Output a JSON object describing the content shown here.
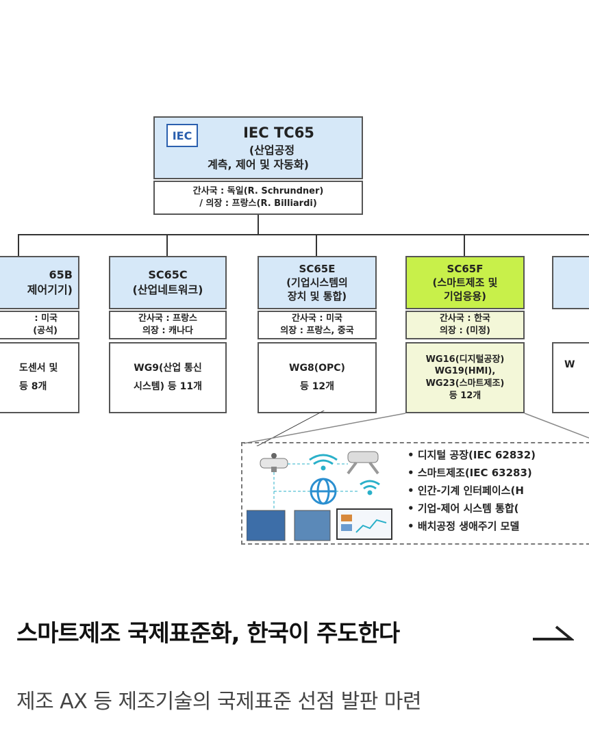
{
  "top": {
    "logo": "IEC",
    "title": "IEC TC65",
    "subtitle1": "(산업공정",
    "subtitle2": "계측, 제어 및 자동화)",
    "info1": "간사국 : 독일(R. Schrundner)",
    "info2": "/ 의장 : 프랑스(R. Billiardi)"
  },
  "columns": [
    {
      "code": "65B",
      "name": "제어기기)",
      "info1": ": 미국",
      "info2": "(공석)",
      "wg1": "도센서 및",
      "wg2": "등 8개",
      "wg3": "",
      "wg4": ""
    },
    {
      "code": "SC65C",
      "name": "(산업네트워크)",
      "info1": "간사국 : 프랑스",
      "info2": "의장 : 캐나다",
      "wg1": "WG9(산업 통신",
      "wg2": "시스템) 등 11개",
      "wg3": "",
      "wg4": ""
    },
    {
      "code": "SC65E",
      "name": "(기업시스템의",
      "name2": "장치 및 통합)",
      "info1": "간사국 : 미국",
      "info2": "의장 : 프랑스, 중국",
      "wg1": "WG8(OPC)",
      "wg2": "등 12개",
      "wg3": "",
      "wg4": ""
    },
    {
      "code": "SC65F",
      "name": "(스마트제조 및",
      "name2": "기업응용)",
      "info1": "간사국 : 한국",
      "info2": "의장 : (미정)",
      "wg1": "WG16(디지털공장)",
      "wg2": "WG19(HMI),",
      "wg3": "WG23(스마트제조)",
      "wg4": "등 12개"
    },
    {
      "code": "",
      "name": "",
      "info1": "",
      "info2": "",
      "wg1": "W",
      "wg2": "",
      "wg3": "",
      "wg4": ""
    }
  ],
  "features": [
    "디지털 공장(IEC 62832)",
    "스마트제조(IEC 63283)",
    "인간-기계 인터페이스(H",
    "기업-제어 시스템 통합(",
    "배치공정 생애주기 모델"
  ],
  "article": {
    "headline": "스마트제조 국제표준화, 한국이 주도한다",
    "subhead": "제조 AX 등 제조기술의 국제표준 선점 발판 마련"
  },
  "colors": {
    "blue_box": "#d6e8f8",
    "green_box": "#c8f04a",
    "arrow": "#222222"
  }
}
